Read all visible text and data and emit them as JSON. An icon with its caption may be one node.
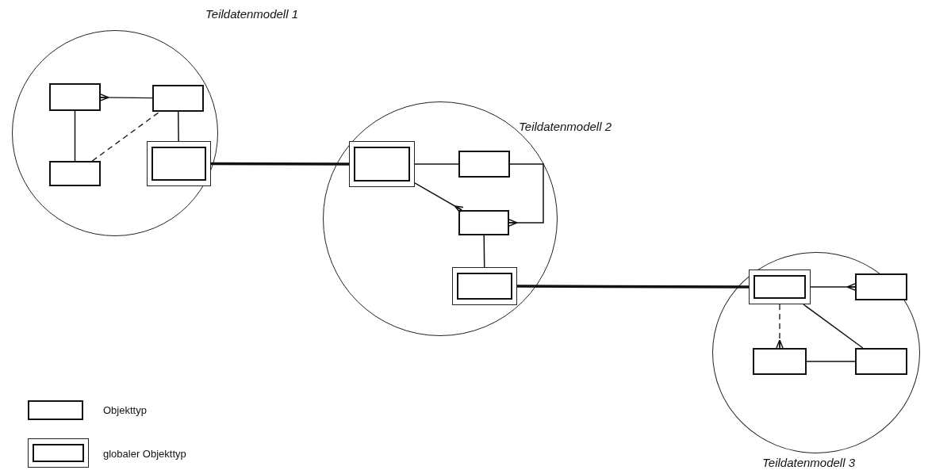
{
  "diagram": {
    "nodes": [
      {
        "text": [
          "Teildatenmodell 1"
        ]
      },
      {
        "text": [],
        "shape": "box",
        "in": 0
      },
      {
        "text": [],
        "shape": "box",
        "in": 0
      },
      {
        "text": [],
        "shape": "box",
        "in": 0
      },
      {
        "text": [],
        "shape": "double-box",
        "in": 0
      },
      {
        "text": [
          "Teildatenmodell 2"
        ]
      },
      {
        "text": [],
        "shape": "double-box",
        "in": 5
      },
      {
        "text": [],
        "shape": "box",
        "in": 5
      },
      {
        "text": [],
        "shape": "box",
        "in": 5
      },
      {
        "text": [],
        "shape": "double-box",
        "in": 5
      },
      {
        "text": [
          "Teildatenmodell 3"
        ]
      },
      {
        "text": [],
        "shape": "double-box",
        "in": 10
      },
      {
        "text": [],
        "shape": "box",
        "in": 10
      },
      {
        "text": [],
        "shape": "box",
        "in": 10
      },
      {
        "text": [],
        "shape": "box",
        "in": 10
      }
    ],
    "edges": [
      {
        "from": 1,
        "to": 2,
        "arrow": "other"
      },
      {
        "from": 1,
        "to": 3,
        "arrow": "none"
      },
      {
        "from": 3,
        "to": 2,
        "arrow": "none",
        "style": "dashed"
      },
      {
        "from": 2,
        "to": 4,
        "arrow": "none"
      },
      {
        "from": 4,
        "to": 6,
        "arrow": "none",
        "style": "thick"
      },
      {
        "from": 6,
        "to": 7,
        "arrow": "none"
      },
      {
        "from": 8,
        "to": 6,
        "arrow": "other"
      },
      {
        "from": 8,
        "to": 7,
        "arrow": "other"
      },
      {
        "from": 8,
        "to": 9,
        "arrow": "none"
      },
      {
        "from": 9,
        "to": 11,
        "arrow": "none",
        "style": "thick"
      },
      {
        "from": 12,
        "to": 11,
        "arrow": "other"
      },
      {
        "from": 13,
        "to": 11,
        "arrow": "other",
        "style": "dashed"
      },
      {
        "from": 11,
        "to": 14,
        "arrow": "none"
      },
      {
        "from": 13,
        "to": 14,
        "arrow": "none"
      }
    ],
    "legend": [
      {
        "text": "Objekttyp"
      },
      {
        "text": "globaler Objekttyp"
      }
    ]
  }
}
